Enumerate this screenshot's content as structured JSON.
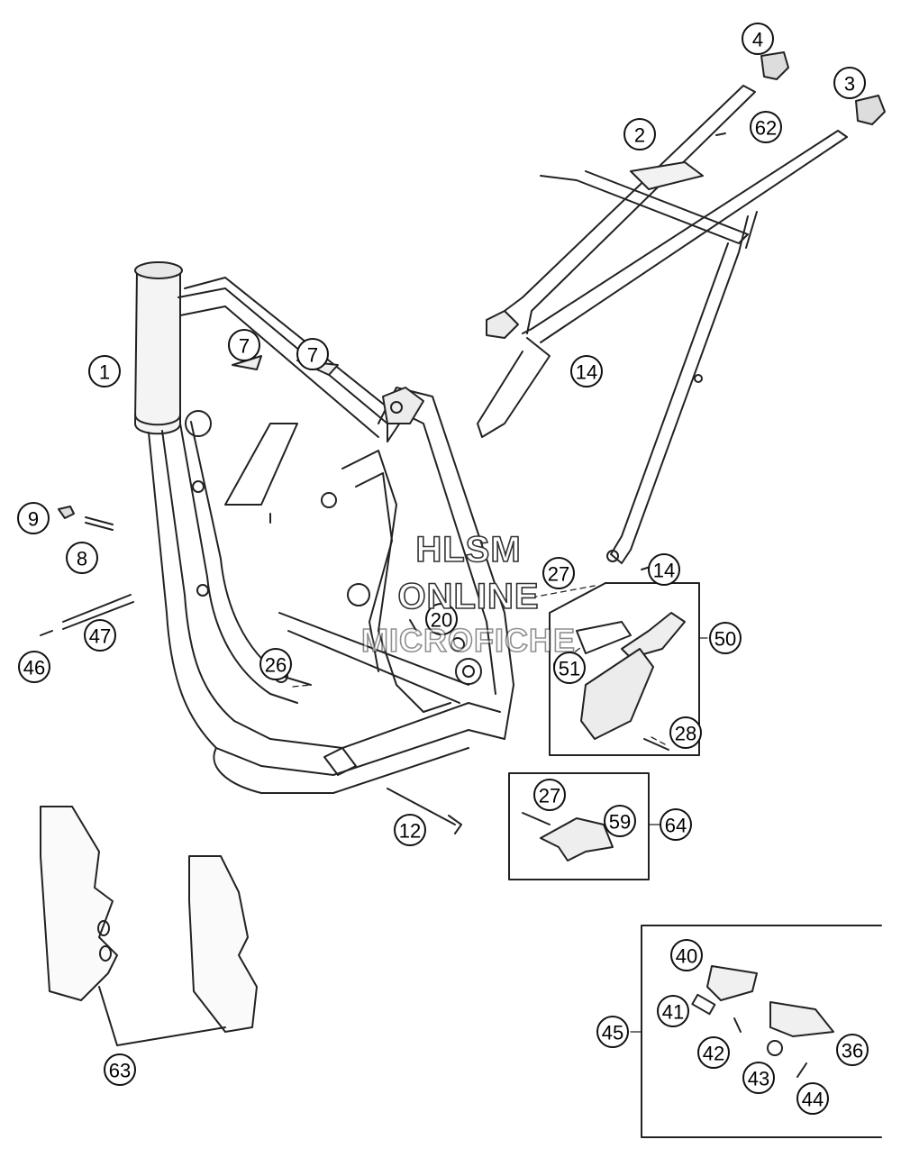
{
  "watermark": {
    "line1": "HLSM",
    "line2": "ONLINE",
    "line3": "MICROFICHE"
  },
  "callouts": [
    "1",
    "2",
    "3",
    "4",
    "7",
    "7",
    "8",
    "9",
    "12",
    "14",
    "14",
    "20",
    "26",
    "27",
    "27",
    "28",
    "36",
    "40",
    "41",
    "42",
    "43",
    "44",
    "45",
    "46",
    "47",
    "50",
    "51",
    "59",
    "62",
    "63",
    "64"
  ]
}
